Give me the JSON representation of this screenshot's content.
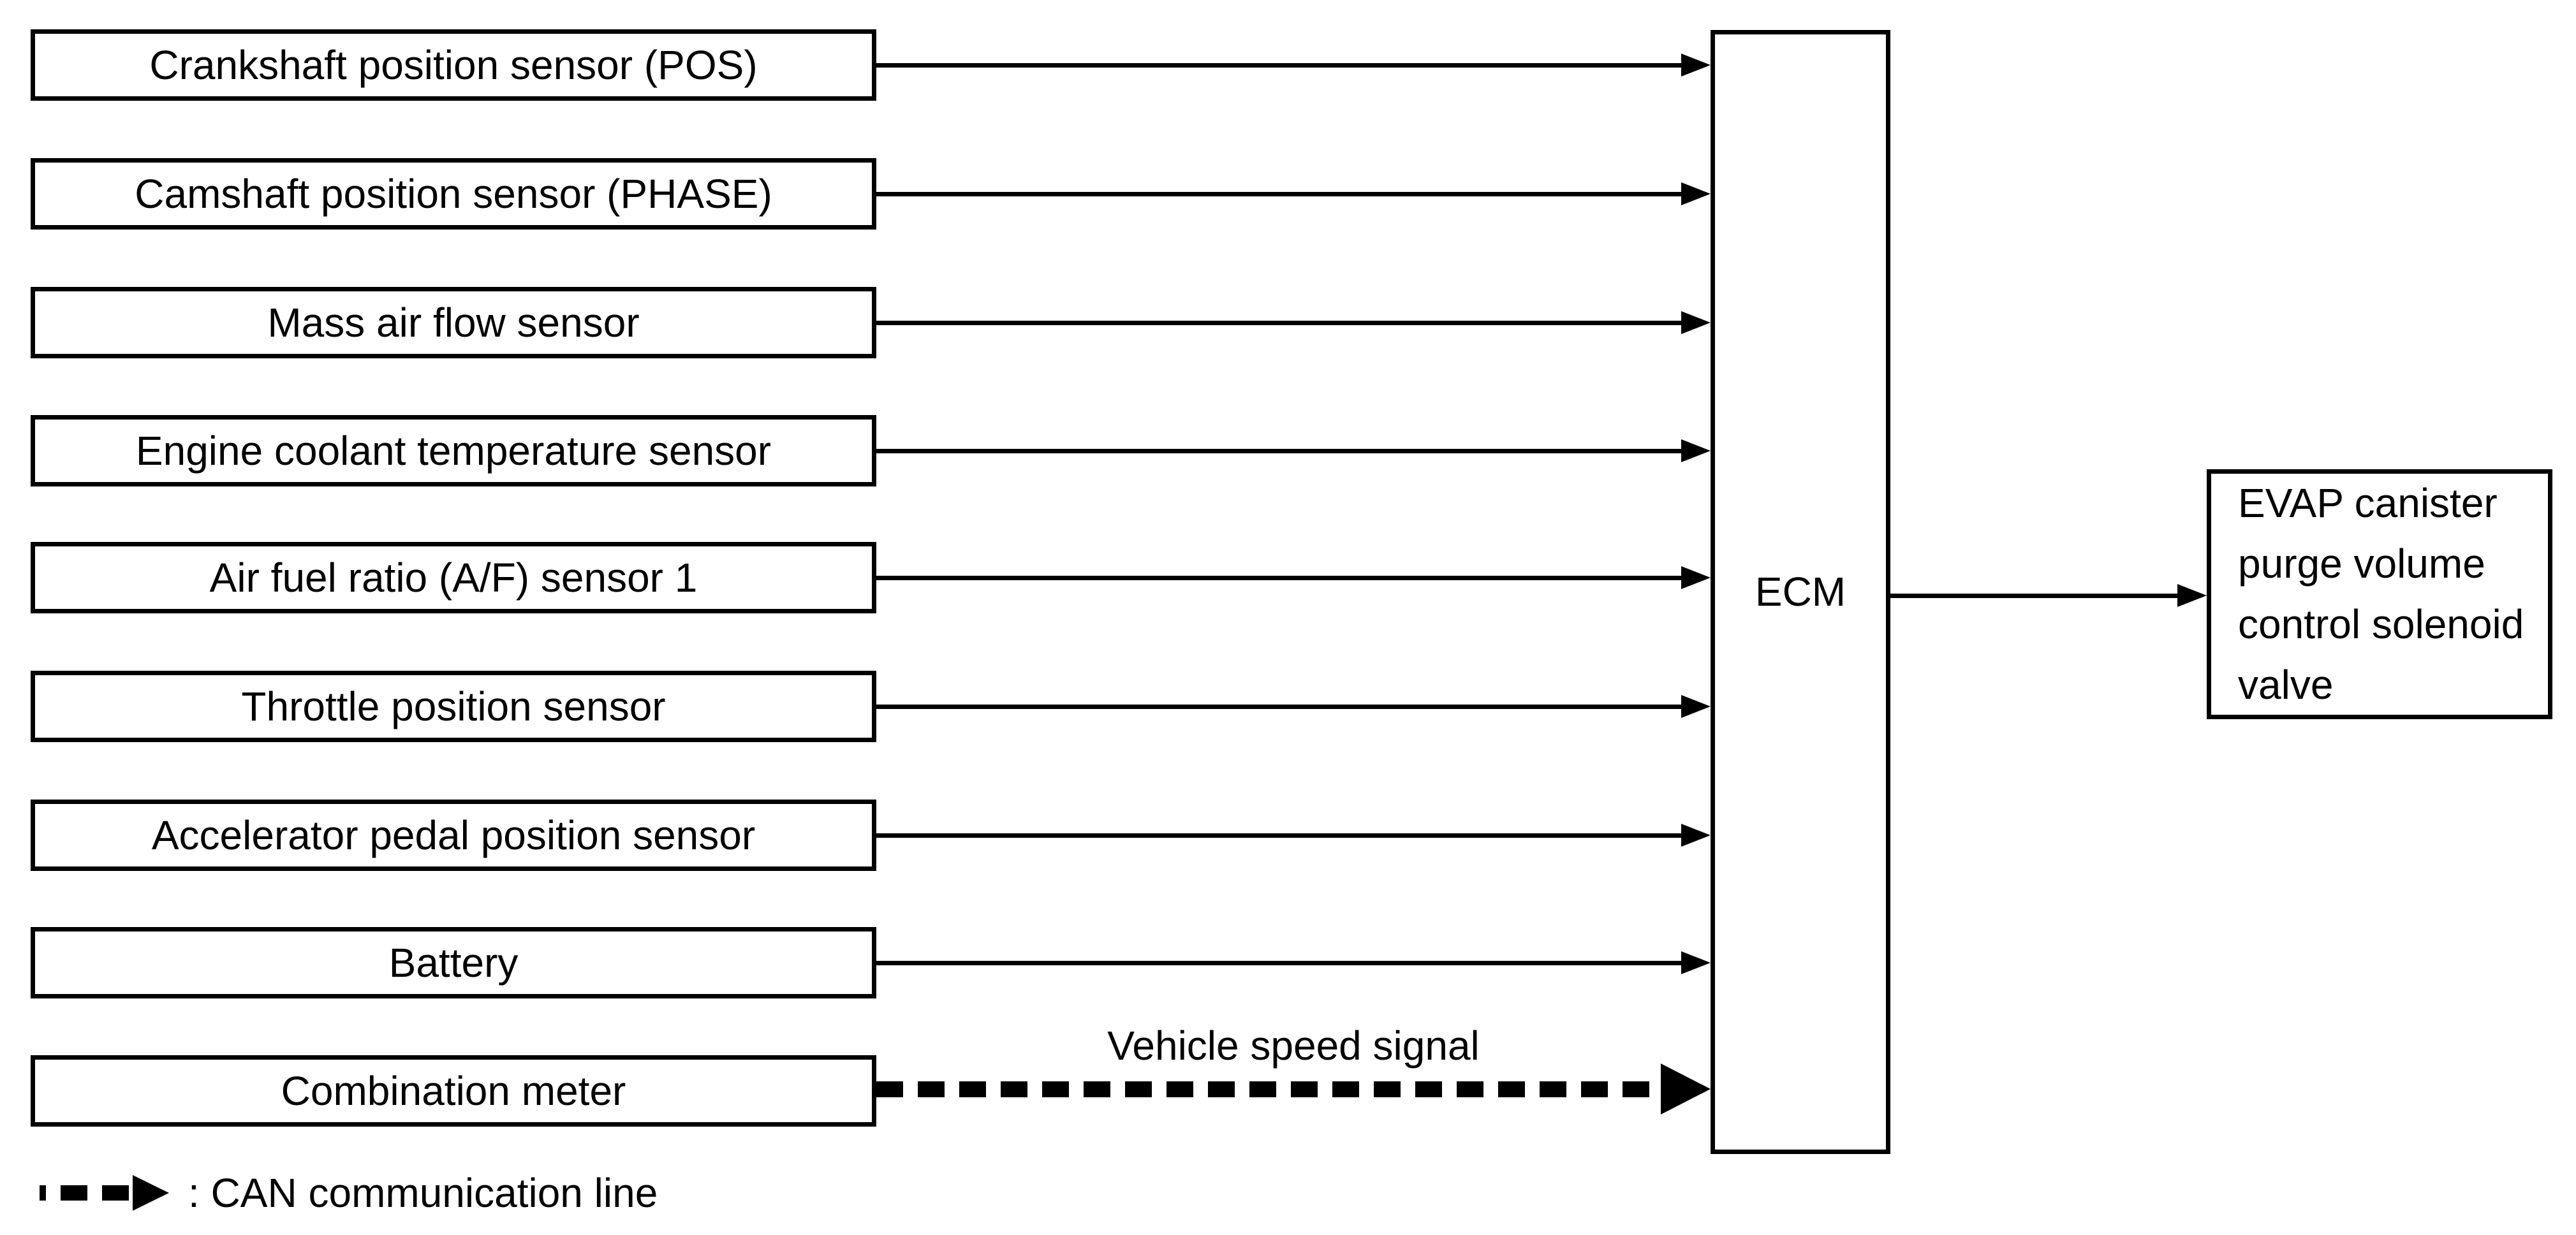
{
  "diagram": {
    "inputs": [
      {
        "label": "Crankshaft position sensor (POS)"
      },
      {
        "label": "Camshaft position sensor (PHASE)"
      },
      {
        "label": "Mass air flow sensor"
      },
      {
        "label": "Engine coolant temperature sensor"
      },
      {
        "label": "Air fuel ratio (A/F) sensor 1"
      },
      {
        "label": "Throttle position sensor"
      },
      {
        "label": "Accelerator pedal position sensor"
      },
      {
        "label": "Battery"
      },
      {
        "label": "Combination meter"
      }
    ],
    "ecm": {
      "label": "ECM"
    },
    "output": {
      "lines": [
        "EVAP canister",
        "purge volume",
        "control solenoid",
        "valve"
      ]
    },
    "annotations": {
      "can_signal_label": "Vehicle speed signal",
      "legend_label": ": CAN communication line"
    },
    "colors": {
      "foreground": "#000000",
      "background": "#ffffff"
    }
  }
}
